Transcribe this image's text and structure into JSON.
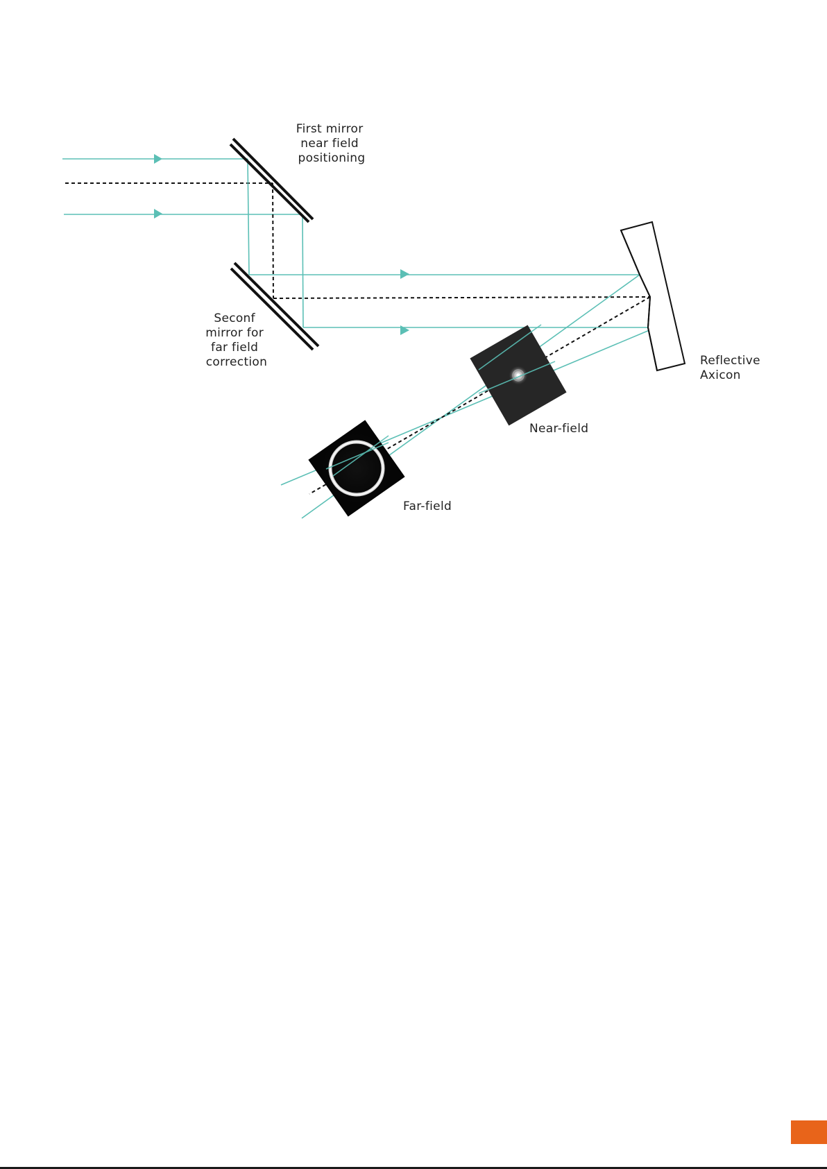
{
  "labels": {
    "first_mirror": [
      "First mirror",
      "near field",
      "positioning"
    ],
    "second_mirror": [
      "Seconf",
      "mirror for",
      "far field",
      "correction"
    ],
    "axicon": [
      "Reflective",
      "Axicon"
    ],
    "near_field": "Near-field",
    "far_field": "Far-field"
  },
  "colors": {
    "beam": "#5bbfb5",
    "axis": "#111111",
    "mirror": "#111111",
    "accent": "#e8641a"
  }
}
